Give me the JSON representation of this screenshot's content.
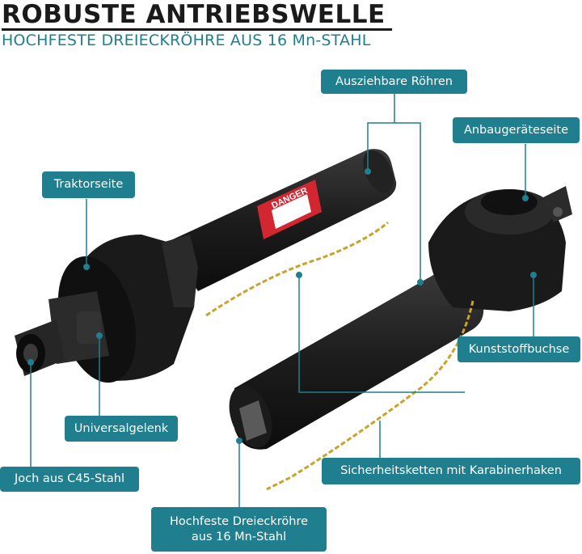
{
  "header": {
    "title": "ROBUSTE ANTRIEBSWELLE",
    "subtitle": "HOCHFESTE DREIECKRÖHRE AUS 16 Mn-STAHL"
  },
  "callouts": {
    "ausziehbare_roehren": "Ausziehbare Röhren",
    "anbaugeraeteseite": "Anbaugeräteseite",
    "traktorseite": "Traktorseite",
    "kunststoffbuchse": "Kunststoffbuchse",
    "universalgelenk": "Universalgelenk",
    "joch": "Joch aus C45-Stahl",
    "sicherheitsketten": "Sicherheitsketten mit Karabinerhaken",
    "dreieckroehre_line1": "Hochfeste Dreieckröhre",
    "dreieckroehre_line2": "aus 16 Mn-Stahl"
  },
  "product": {
    "warning_label": "DANGER"
  },
  "colors": {
    "accent": "#1f7f8e",
    "title": "#1a1a1a",
    "shaft": "#1c1c1c",
    "chain": "#c9a227",
    "danger": "#d22630"
  }
}
